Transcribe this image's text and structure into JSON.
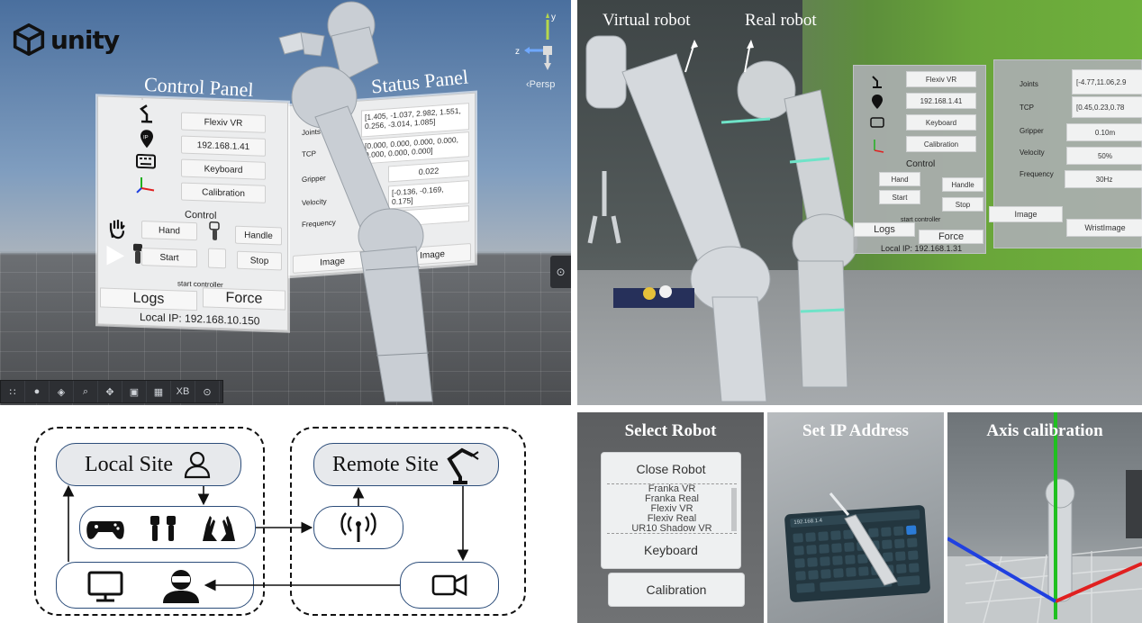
{
  "unity_scene": {
    "logo_text": "unity",
    "persp_label": "‹Persp",
    "control_panel_title": "Control Panel",
    "status_panel_title": "Status Panel",
    "control_panel": {
      "robot_button": "Flexiv VR",
      "ip_button": "192.168.1.41",
      "keyboard_button": "Keyboard",
      "calibration_button": "Calibration",
      "control_label": "Control",
      "hand_button": "Hand",
      "handle_button": "Handle",
      "start_button": "Start",
      "stop_button": "Stop",
      "start_controller_label": "start controller",
      "logs_button": "Logs",
      "force_button": "Force",
      "local_ip": "Local IP: 192.168.10.150"
    },
    "status_panel": {
      "joints_label": "Joints",
      "joints_value": "[1.405, -1.037, 2.982, 1.551, 0.256, -3.014, 1.085]",
      "tcp_label": "TCP",
      "tcp_value": "[0.000, 0.000, 0.000, 0.000, 0.000, 0.000, 0.000]",
      "gripper_label": "Gripper",
      "gripper_value": "0.022",
      "velocity_label": "Velocity",
      "velocity_value": "[-0.136, -0.169, 0.175]",
      "frequency_label": "Frequency",
      "image_button": "Image",
      "image2_button": "Image"
    },
    "toolbar_items": [
      "∷",
      "●",
      "◈",
      "⌕",
      "✥",
      "▣",
      "▦",
      "XB",
      "⊙"
    ],
    "side_tool": "⊙"
  },
  "photo": {
    "virtual_label": "Virtual robot",
    "real_label": "Real robot",
    "vr_panel": {
      "robot_button": "Flexiv VR",
      "ip_button": "192.168.1.41",
      "keyboard_button": "Keyboard",
      "calibration_button": "Calibration",
      "control_label": "Control",
      "hand_button": "Hand",
      "handle_button": "Handle",
      "start_button": "Start",
      "stop_button": "Stop",
      "start_controller_label": "start controller",
      "logs_button": "Logs",
      "force_button": "Force",
      "local_ip": "Local IP: 192.168.1.31"
    },
    "vr_status": {
      "joints_label": "Joints",
      "joints_value": "[-4.77,11.06,2.9",
      "tcp_label": "TCP",
      "tcp_value": "[0.45,0.23,0.78",
      "gripper_label": "Gripper",
      "gripper_value": "0.10m",
      "velocity_label": "Velocity",
      "velocity_value": "50%",
      "frequency_label": "Frequency",
      "frequency_value": "30Hz",
      "image_button": "Image",
      "wrist_button": "WristImage"
    }
  },
  "diagram": {
    "local_site": "Local Site",
    "remote_site": "Remote Site"
  },
  "crops": {
    "select_robot_title": "Select Robot",
    "set_ip_title": "Set IP Address",
    "axis_title": "Axis calibration",
    "close_robot": "Close Robot",
    "robot_options": [
      "Franka VR",
      "Franka Real",
      "Flexiv VR",
      "Flexiv Real",
      "UR10 Shadow VR"
    ],
    "keyboard": "Keyboard",
    "calibration": "Calibration",
    "keypad_ip": "192.168.1.4"
  },
  "colors": {
    "unity_sky": "#6d8fba",
    "green_screen": "#69a53a",
    "pill_border": "#2c4d7a",
    "x_axis": "#e02020",
    "y_axis": "#20c020",
    "z_axis": "#2040e0"
  }
}
